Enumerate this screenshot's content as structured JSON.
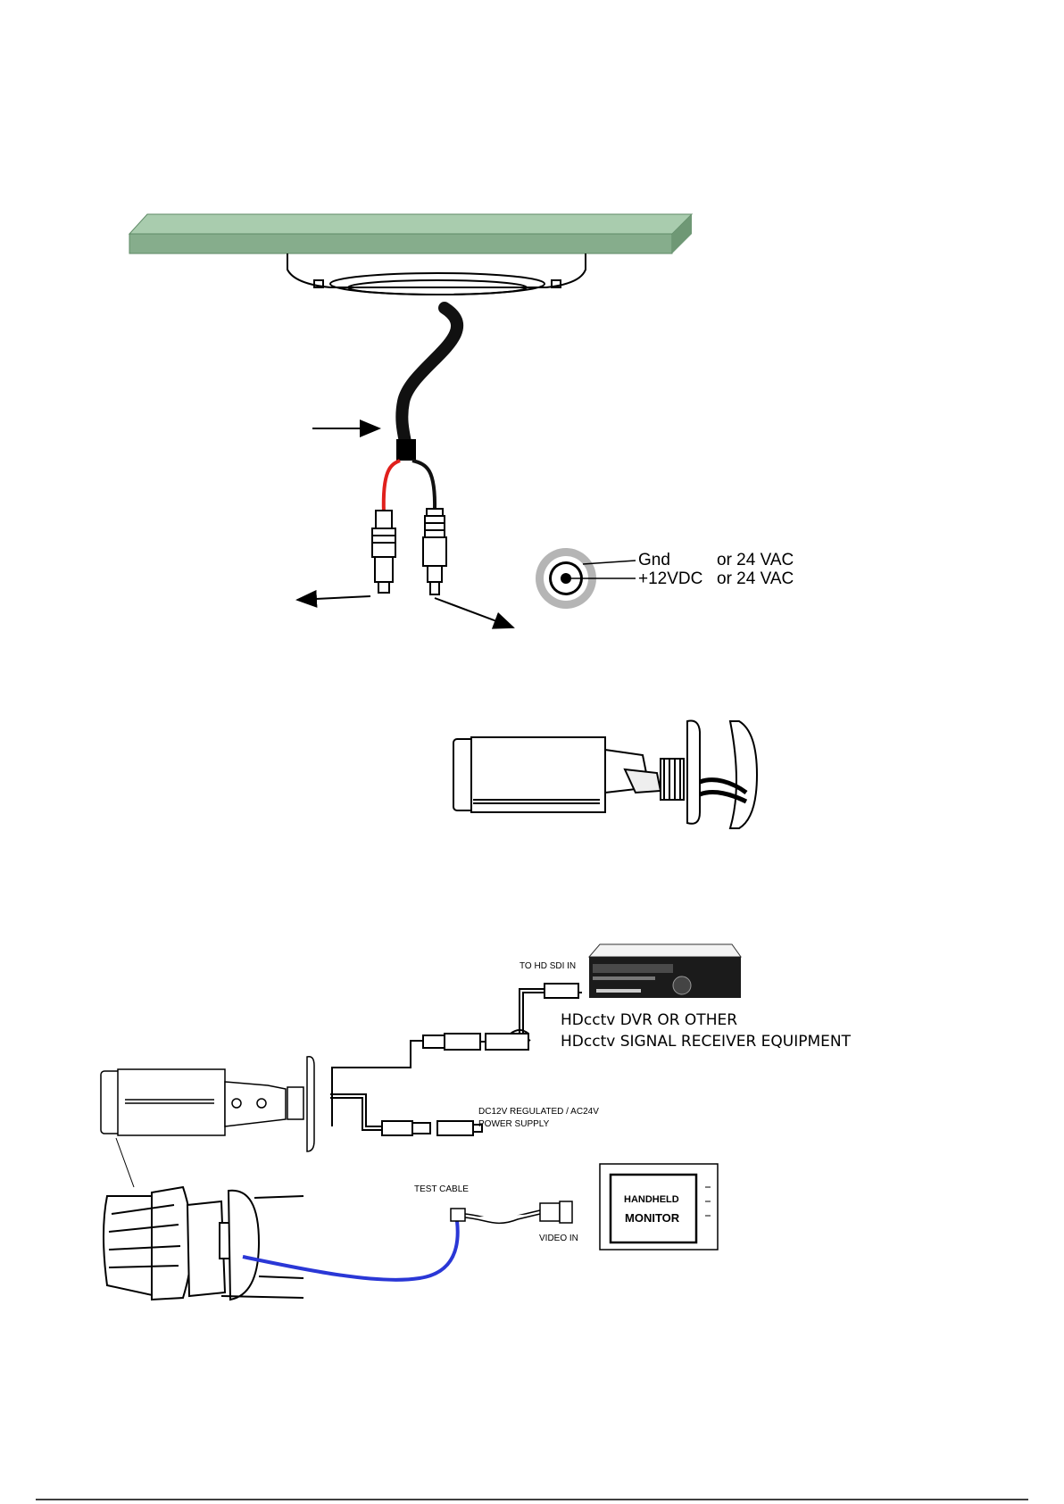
{
  "connector_legend": {
    "gnd": "Gnd",
    "plus12": "+12VDC",
    "or24_a": "or 24 VAC",
    "or24_b": "or 24 VAC"
  },
  "wiring": {
    "to_hd_sdi": "TO HD SDI IN",
    "dvr_line1": "HDcctv DVR OR OTHER",
    "dvr_line2": "HDcctv SIGNAL RECEIVER EQUIPMENT",
    "power_line1": "DC12V REGULATED / AC24V",
    "power_line2": "POWER SUPPLY",
    "test_cable": "TEST CABLE",
    "video_in": "VIDEO IN",
    "monitor_line1": "HANDHELD",
    "monitor_line2": "MONITOR"
  },
  "colors": {
    "ceiling_panel": "#8fb595",
    "power_wire": "#e0201c",
    "test_cable": "#2a37d6"
  }
}
